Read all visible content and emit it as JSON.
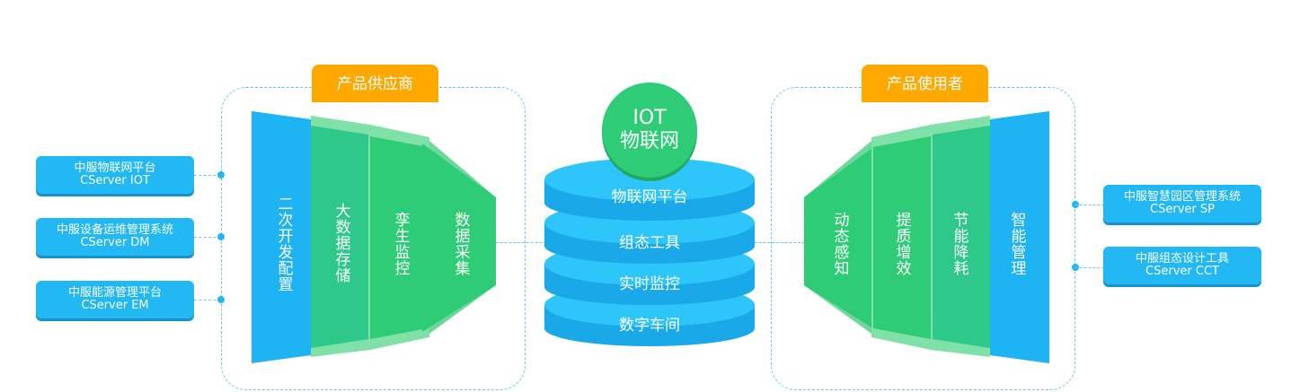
{
  "supplier": {
    "title": "产品供应商",
    "layers": [
      "二次开发配置",
      "大数据存储",
      "孪生监控",
      "数据采集"
    ],
    "products": [
      {
        "name": "中服物联网平台",
        "code": "CServer IOT"
      },
      {
        "name": "中服设备运维管理系统",
        "code": "CServer DM"
      },
      {
        "name": "中服能源管理平台",
        "code": "CServer EM"
      }
    ]
  },
  "center": {
    "title_line1": "IOT",
    "title_line2": "物联网",
    "platforms": [
      "物联网平台",
      "组态工具",
      "实时监控",
      "数字车间"
    ]
  },
  "user": {
    "title": "产品使用者",
    "layers": [
      "动态感知",
      "提质增效",
      "节能降耗",
      "智能管理"
    ],
    "products": [
      {
        "name": "中服智慧园区管理系统",
        "code": "CServer SP"
      },
      {
        "name": "中服组态设计工具",
        "code": "CServer CCT"
      }
    ]
  },
  "colors": {
    "blue": "#21b8f4",
    "green": "#2ecc76",
    "orange": "#ffa800",
    "dash": "#6cc7f0"
  }
}
